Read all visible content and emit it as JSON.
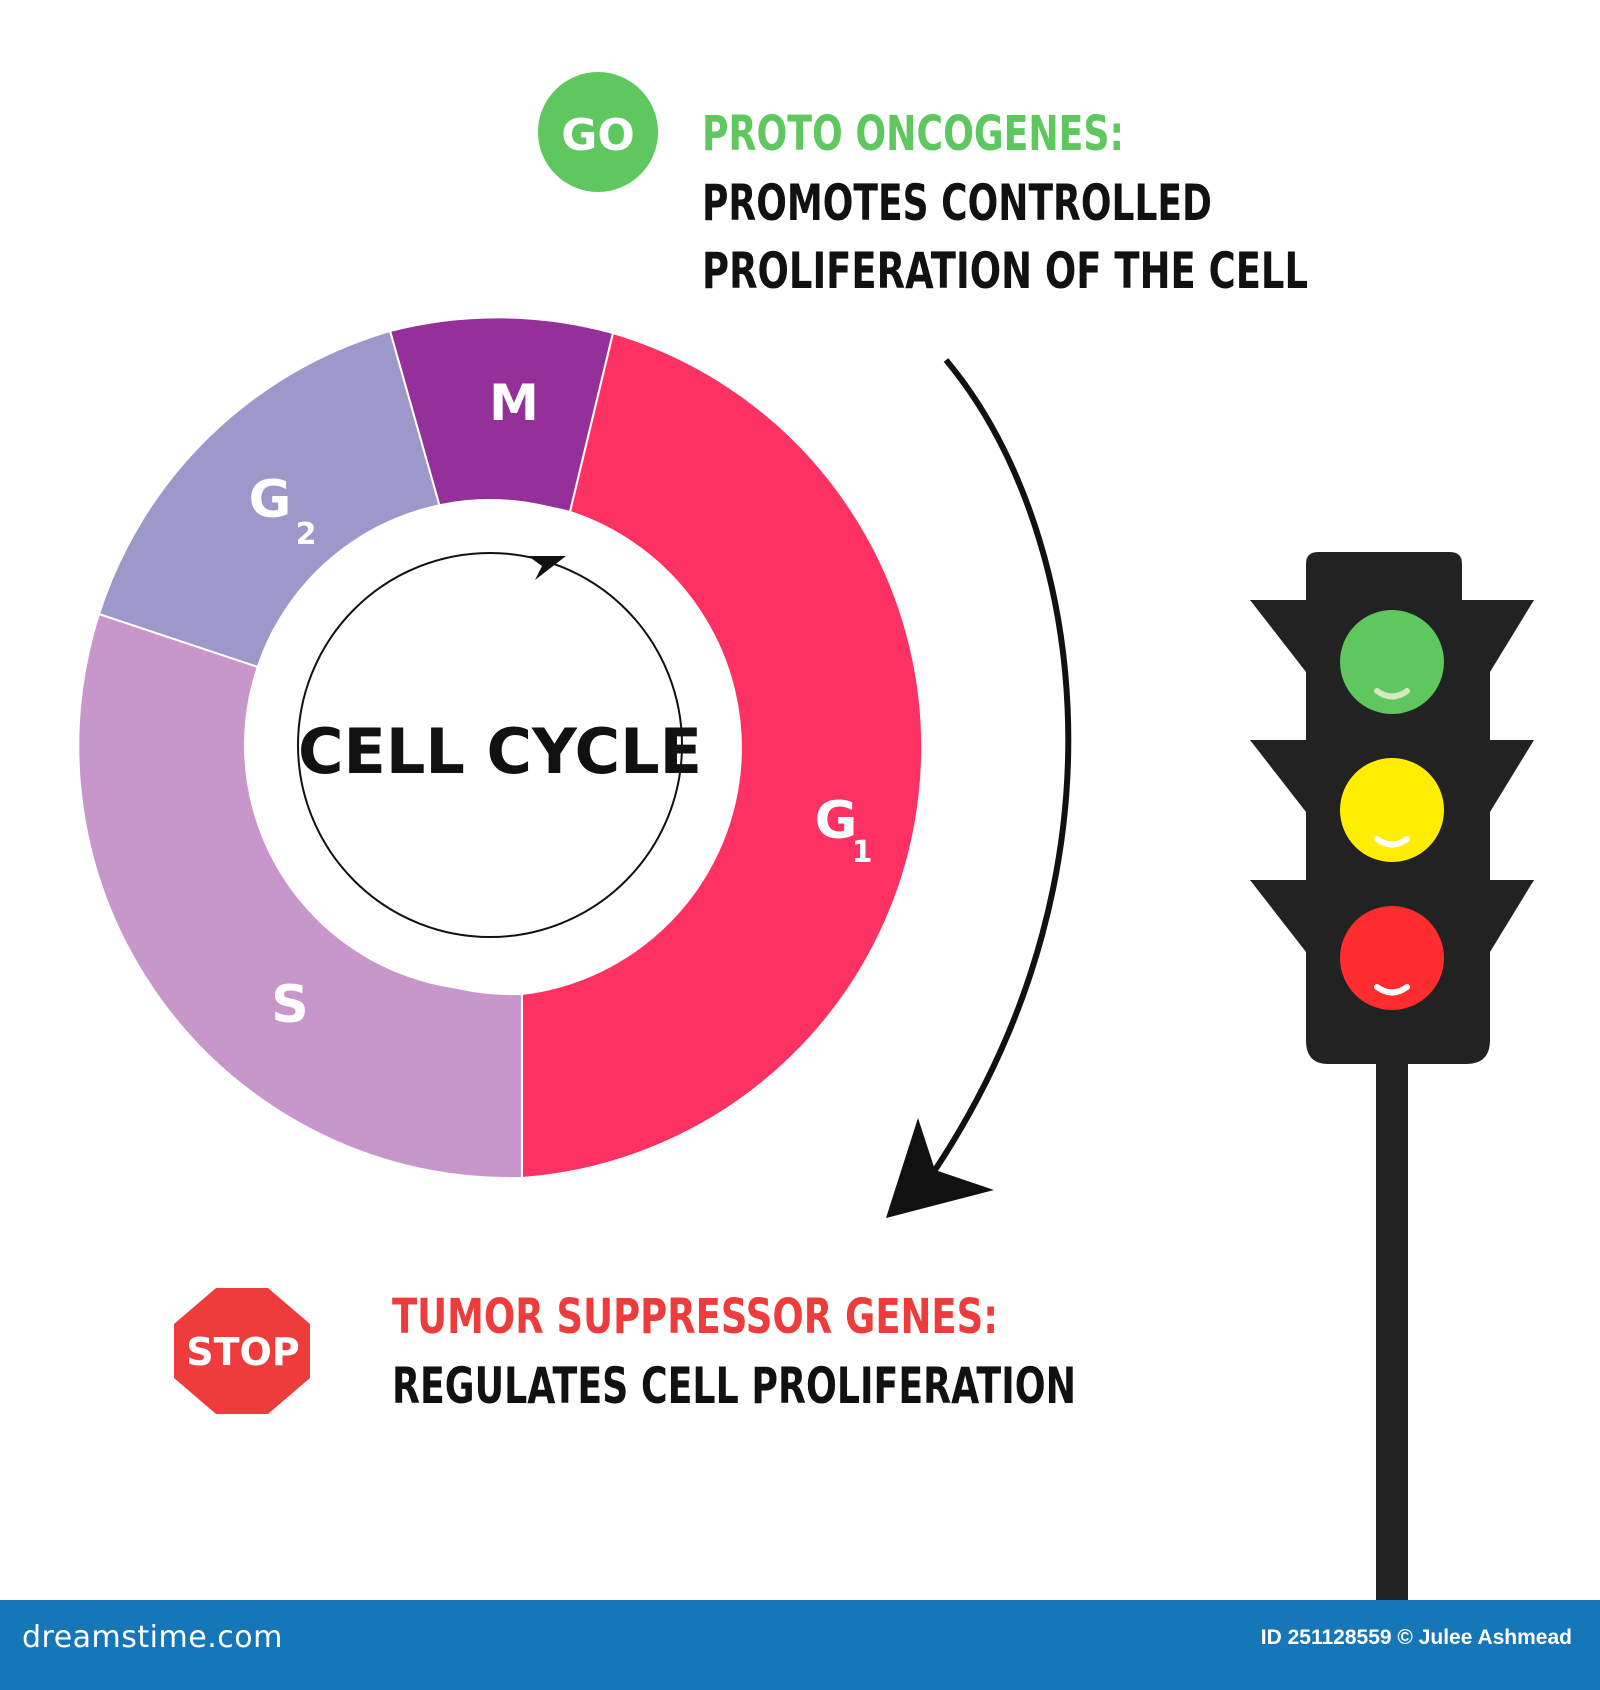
{
  "go_sign": {
    "label": "GO",
    "color": "#5ec75e"
  },
  "proto": {
    "heading": "PROTO ONCOGENES:",
    "heading_color": "#5ec75e",
    "line1": "PROMOTES CONTROLLED",
    "line2": "PROLIFERATION OF THE CELL"
  },
  "cycle": {
    "title": "CELL CYCLE",
    "phases": [
      {
        "id": "M",
        "label": "M",
        "subscript": "",
        "color": "#95309a"
      },
      {
        "id": "G1",
        "label": "G",
        "subscript": "1",
        "color": "#fe3262"
      },
      {
        "id": "S",
        "label": "S",
        "subscript": "",
        "color": "#c797cb"
      },
      {
        "id": "G2",
        "label": "G",
        "subscript": "2",
        "color": "#9c98c9"
      }
    ]
  },
  "stop_sign": {
    "label": "STOP",
    "color": "#ee3b3b"
  },
  "tumor": {
    "heading": "TUMOR SUPPRESSOR GENES:",
    "heading_color": "#ee3b3b",
    "line1": "REGULATES CELL PROLIFERATION"
  },
  "traffic_light": {
    "lights": [
      {
        "name": "green",
        "color": "#5ec75e"
      },
      {
        "name": "yellow",
        "color": "#ffee00"
      },
      {
        "name": "red",
        "color": "#ff2d2d"
      }
    ],
    "body_color": "#222222"
  },
  "footer": {
    "left": "dreamstime.com",
    "right": "ID 251128559 © Julee Ashmead"
  }
}
